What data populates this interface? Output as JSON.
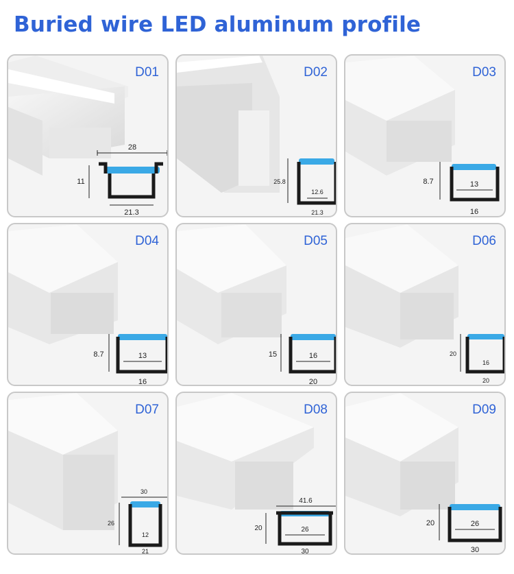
{
  "title": "Buried wire LED aluminum profile",
  "colors": {
    "accent": "#2f63d6",
    "diffuser": "#3aa9e6",
    "profile": "#1a1a1a"
  },
  "cards": [
    {
      "code": "D01",
      "dims": {
        "top": "28",
        "height": "11",
        "bottom": "21.3"
      }
    },
    {
      "code": "D02",
      "dims": {
        "height": "25.8",
        "inner": "12.6",
        "bottom": "21.3"
      }
    },
    {
      "code": "D03",
      "dims": {
        "height": "8.7",
        "inner": "13",
        "bottom": "16"
      }
    },
    {
      "code": "D04",
      "dims": {
        "height": "8.7",
        "inner": "13",
        "bottom": "16"
      }
    },
    {
      "code": "D05",
      "dims": {
        "height": "15",
        "inner": "16",
        "bottom": "20"
      }
    },
    {
      "code": "D06",
      "dims": {
        "height": "20",
        "inner": "16",
        "bottom": "20"
      }
    },
    {
      "code": "D07",
      "dims": {
        "top": "30",
        "height": "26",
        "inner": "12",
        "bottom": "21"
      }
    },
    {
      "code": "D08",
      "dims": {
        "top": "41.6",
        "height": "20",
        "inner": "26",
        "bottom": "30"
      }
    },
    {
      "code": "D09",
      "dims": {
        "height": "20",
        "inner": "26",
        "bottom": "30"
      }
    }
  ]
}
